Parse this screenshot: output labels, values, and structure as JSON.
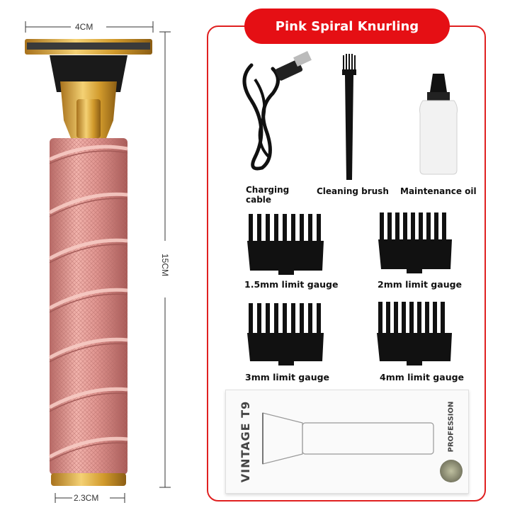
{
  "dimensions": {
    "width_label": "4CM",
    "height_label": "15CM",
    "base_label": "2.3CM"
  },
  "panel": {
    "title": "Pink Spiral Knurling",
    "accent_color": "#e50f14"
  },
  "accessories": [
    {
      "name": "charging-cable",
      "label": "Charging cable"
    },
    {
      "name": "cleaning-brush",
      "label": "Cleaning brush"
    },
    {
      "name": "maintenance-oil",
      "label": "Maintenance oil"
    }
  ],
  "gauges": [
    {
      "label": "1.5mm limit gauge"
    },
    {
      "label": "2mm limit gauge"
    },
    {
      "label": "3mm limit gauge"
    },
    {
      "label": "4mm limit gauge"
    }
  ],
  "box": {
    "brand": "VINTAGE T9",
    "side_text": "PROFESSION"
  },
  "colors": {
    "body_pink": "#d98a86",
    "gold": "#d8a436",
    "black": "#111111"
  }
}
